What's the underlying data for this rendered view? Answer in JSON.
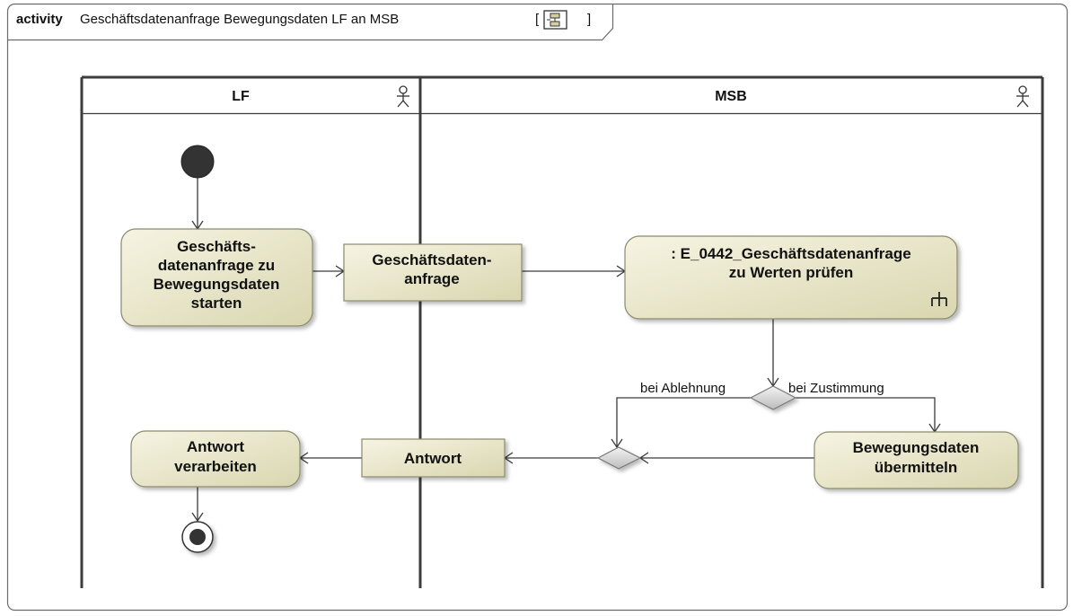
{
  "frame": {
    "keyword": "activity",
    "title": "Geschäftsdatenanfrage Bewegungsdaten LF an MSB",
    "bracket_open": "[",
    "bracket_close": "]"
  },
  "lanes": [
    {
      "label": "LF"
    },
    {
      "label": "MSB"
    }
  ],
  "actions": {
    "start_request": [
      "Geschäfts-",
      "datenanfrage zu",
      "Bewegungsdaten",
      "starten"
    ],
    "check_values": [
      ": E_0442_Geschäftsdatenanfrage",
      "zu Werten prüfen"
    ],
    "transmit": [
      "Bewegungsdaten",
      "übermitteln"
    ],
    "process_answer": [
      "Antwort",
      "verarbeiten"
    ]
  },
  "objects": {
    "request": [
      "Geschäftsdaten-",
      "anfrage"
    ],
    "answer": [
      "Antwort"
    ]
  },
  "guards": {
    "reject": "bei Ablehnung",
    "approve": "bei Zustimmung"
  }
}
